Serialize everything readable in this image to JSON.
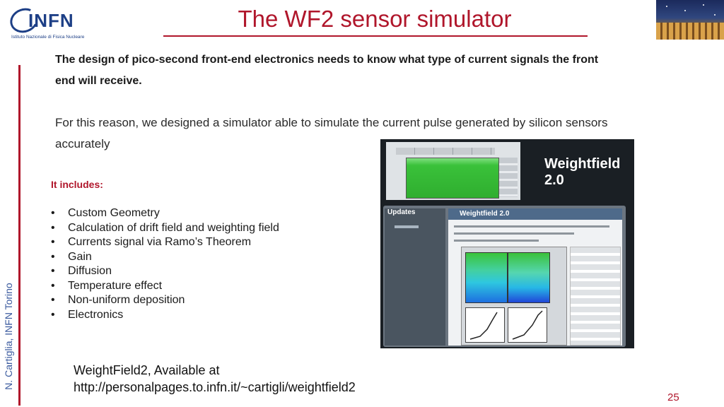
{
  "header": {
    "logo_text": "INFN",
    "logo_subtitle": "Istituto Nazionale di Fisica Nucleare",
    "title": "The WF2 sensor simulator"
  },
  "side_label": "N. Cartiglia, INFN Torino",
  "body": {
    "intro": "The design of pico-second front-end electronics needs to know what type of current signals the front end will receive.",
    "reason": "For this reason, we designed a simulator able to simulate the current pulse generated by silicon sensors accurately",
    "includes_title": "It includes:",
    "features": [
      "Custom Geometry",
      "Calculation of drift field and weighting field",
      "Currents signal via Ramo’s Theorem",
      "Gain",
      "Diffusion",
      "Temperature effect",
      "Non-uniform deposition",
      "Electronics"
    ]
  },
  "screenshot": {
    "brand": "Weightfield 2.0",
    "updates_label": "Updates",
    "pane_title": "Weightfield 2.0"
  },
  "footer": {
    "line1": "WeightField2, Available at",
    "line2": "http://personalpages.to.infn.it/~cartigli/weightfield2",
    "page_number": "25"
  },
  "colors": {
    "accent": "#b0162b",
    "logo_blue": "#1d3f86",
    "side_text": "#3a5a9e"
  }
}
